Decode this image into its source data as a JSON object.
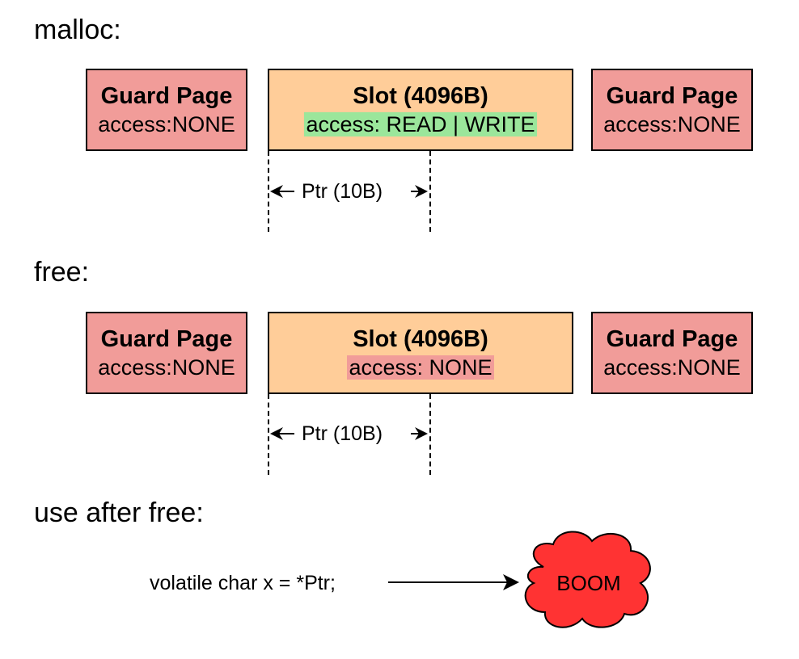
{
  "sections": {
    "malloc": {
      "title": "malloc:",
      "left_guard": {
        "title": "Guard Page",
        "access": "access:NONE"
      },
      "slot": {
        "title": "Slot (4096B)",
        "access": "access: READ | WRITE"
      },
      "right_guard": {
        "title": "Guard Page",
        "access": "access:NONE"
      },
      "pointer_label": "Ptr (10B)"
    },
    "free": {
      "title": "free:",
      "left_guard": {
        "title": "Guard Page",
        "access": "access:NONE"
      },
      "slot": {
        "title": "Slot (4096B)",
        "access": "access: NONE"
      },
      "right_guard": {
        "title": "Guard Page",
        "access": "access:NONE"
      },
      "pointer_label": "Ptr (10B)"
    },
    "use_after_free": {
      "title": "use after free:",
      "code": "volatile char x = *Ptr;",
      "result": "BOOM"
    }
  },
  "colors": {
    "guard_fill": "#f19c99",
    "slot_fill": "#ffcd99",
    "access_rw_highlight": "#9be69b",
    "access_none_highlight": "#f19c99",
    "boom_fill": "#ff3333"
  }
}
